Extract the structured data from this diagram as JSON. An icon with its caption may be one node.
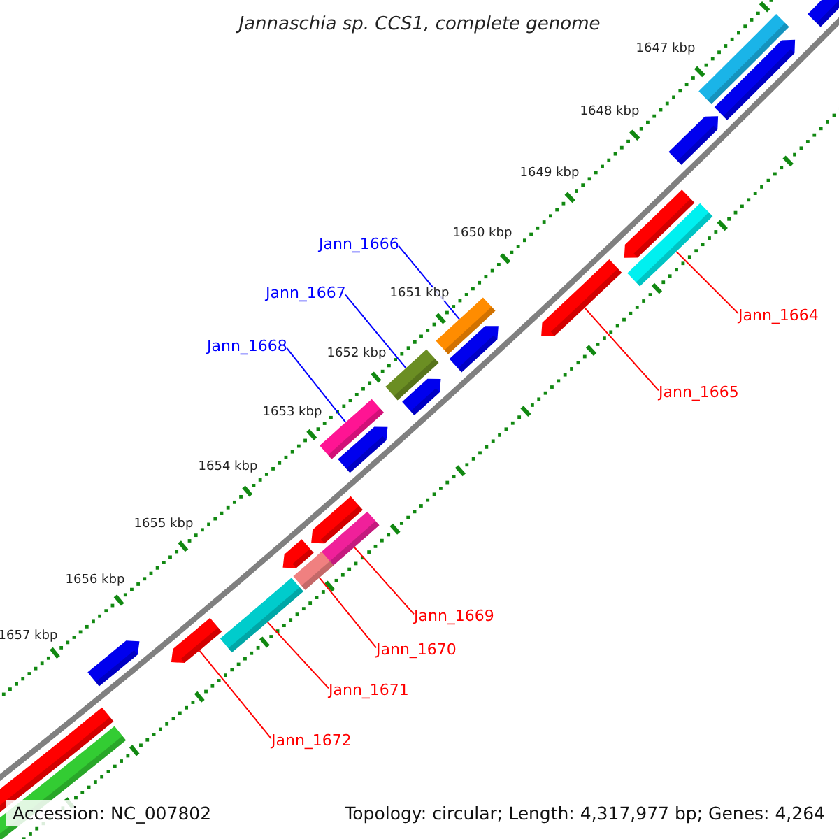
{
  "diagram": {
    "title": "Jannaschia sp. CCS1, complete genome",
    "nodes": [
      {
        "text": [
          "Jann_1666"
        ]
      },
      {
        "text": [
          "Jann_1667"
        ]
      },
      {
        "text": [
          "Jann_1664"
        ]
      },
      {
        "text": [
          "Jann_1668"
        ]
      },
      {
        "text": [
          "Jann_1665"
        ]
      },
      {
        "text": [
          "Jann_1669"
        ]
      },
      {
        "text": [
          "Jann_1670"
        ]
      },
      {
        "text": [
          "Jann_1671"
        ]
      },
      {
        "text": [
          "Jann_1672"
        ]
      },
      {
        "text": [],
        "shape": "bar"
      },
      {
        "text": [],
        "shape": "bar"
      },
      {
        "text": [],
        "shape": "bar"
      },
      {
        "text": [],
        "shape": "bar"
      },
      {
        "text": [],
        "shape": "bar"
      },
      {
        "text": [],
        "shape": "bar"
      },
      {
        "text": [],
        "shape": "bar"
      },
      {
        "text": [],
        "shape": "bar"
      },
      {
        "text": [],
        "shape": "bar"
      }
    ],
    "edges": [
      {
        "from": 2,
        "to": 9,
        "arrow": "none"
      },
      {
        "from": 4,
        "to": 10,
        "arrow": "none"
      },
      {
        "from": 0,
        "to": 11,
        "arrow": "none",
        "color": "#0000ff"
      },
      {
        "from": 1,
        "to": 12,
        "arrow": "none",
        "color": "#0000ff"
      },
      {
        "from": 3,
        "to": 13,
        "arrow": "none",
        "color": "#0000ff"
      },
      {
        "from": 5,
        "to": 14,
        "arrow": "none"
      },
      {
        "from": 6,
        "to": 15,
        "arrow": "none"
      },
      {
        "from": 7,
        "to": 16,
        "arrow": "none"
      },
      {
        "from": 8,
        "to": 17,
        "arrow": "none"
      }
    ],
    "labels": [
      "1647 kbp",
      "1648 kbp",
      "1649 kbp",
      "1650 kbp",
      "1651 kbp",
      "1652 kbp",
      "1653 kbp",
      "1654 kbp",
      "1655 kbp",
      "1656 kbp",
      "1657 kbp",
      "Accession: NC_007802",
      "Topology: circular; Length: 4,317,977 bp; Genes: 4,264"
    ]
  }
}
